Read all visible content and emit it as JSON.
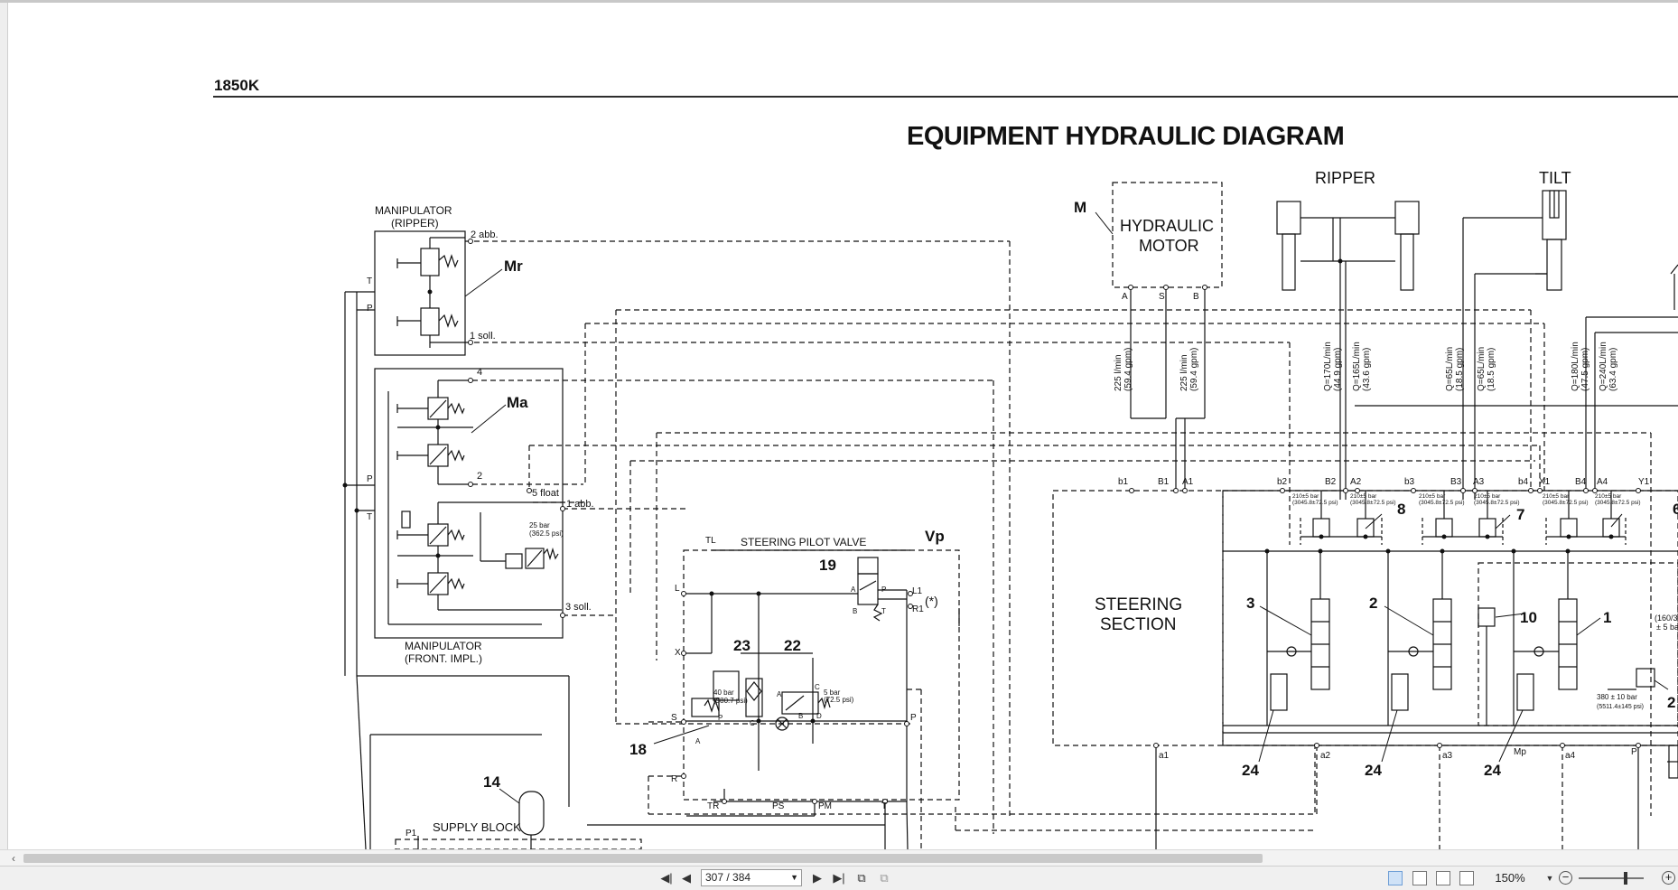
{
  "document": {
    "model": "1850K",
    "title": "EQUIPMENT HYDRAULIC DIAGRAM"
  },
  "labels": {
    "ripper": "RIPPER",
    "tilt": "TILT",
    "motor_id": "M",
    "motor_line1": "HYDRAULIC",
    "motor_line2": "MOTOR",
    "manip_ripper_line1": "MANIPULATOR",
    "manip_ripper_line2": "(RIPPER)",
    "manip_front_line1": "MANIPULATOR",
    "manip_front_line2": "(FRONT. IMPL.)",
    "mr": "Mr",
    "ma": "Ma",
    "vp": "Vp",
    "steering_pilot_valve": "STEERING PILOT VALVE",
    "steering_section_line1": "STEERING",
    "steering_section_line2": "SECTION",
    "supply_block": "SUPPLY BLOCK",
    "abb2": "2 abb.",
    "soll1": "1 soll.",
    "port4": "4",
    "port2": "2",
    "float5": "5 float",
    "abb1": "1 abb.",
    "soll3": "3 soll.",
    "bar25": "25 bar",
    "psi25": "(362.5 psi)",
    "bar40": "40 bar",
    "psi40": "(580.7 psi)",
    "bar5": "5 bar",
    "psi5": "(72.5 psi)",
    "bar380": "380 ± 10 bar",
    "psi380": "(5511.4±145 psi)",
    "partial160": "(160/3",
    "partial5bar": "± 5 ba",
    "star": "(*)",
    "relief_bar": "210±5 bar",
    "relief_psi": "(3045.8±72.5 psi)"
  },
  "flow_labels": [
    {
      "line1": "225 l/min",
      "line2": "(59.4 gpm)"
    },
    {
      "line1": "225 l/min",
      "line2": "(59.4 gpm)"
    },
    {
      "line1": "Q=170L/min",
      "line2": "(44.9 gpm)"
    },
    {
      "line1": "Q=165L/min",
      "line2": "(43.6 gpm)"
    },
    {
      "line1": "Q=65L/min",
      "line2": "(18.5 gpm)"
    },
    {
      "line1": "Q=65L/min",
      "line2": "(18.5 gpm)"
    },
    {
      "line1": "Q=180L/min",
      "line2": "(47.5 gpm)"
    },
    {
      "line1": "Q=240L/min",
      "line2": "(63.4 gpm)"
    }
  ],
  "callouts": [
    "3",
    "2",
    "10",
    "1",
    "8",
    "7",
    "24",
    "24",
    "24",
    "23",
    "22",
    "19",
    "18",
    "14",
    "2",
    "6"
  ],
  "ports": {
    "motor": [
      "A",
      "S",
      "B"
    ],
    "valve_top": [
      "b1",
      "B1",
      "A1",
      "b2",
      "B2",
      "A2",
      "b3",
      "B3",
      "A3",
      "b4",
      "X1",
      "B4",
      "A4",
      "Y1"
    ],
    "valve_bottom": [
      "a1",
      "a2",
      "a3",
      "Mp",
      "a4",
      "P"
    ],
    "manipulator": [
      "T",
      "P",
      "P",
      "T"
    ],
    "pilot": [
      "TL",
      "L",
      "X",
      "S",
      "R",
      "TR",
      "PS",
      "PM",
      "T",
      "P",
      "L1",
      "R1",
      "P1"
    ],
    "valve19": [
      "A",
      "P",
      "B",
      "T"
    ],
    "valve22": [
      "A",
      "B",
      "C",
      "D"
    ],
    "valve18": [
      "P",
      "A",
      "C"
    ]
  },
  "viewer": {
    "page_value": "307 / 384",
    "zoom_value": "150%"
  }
}
